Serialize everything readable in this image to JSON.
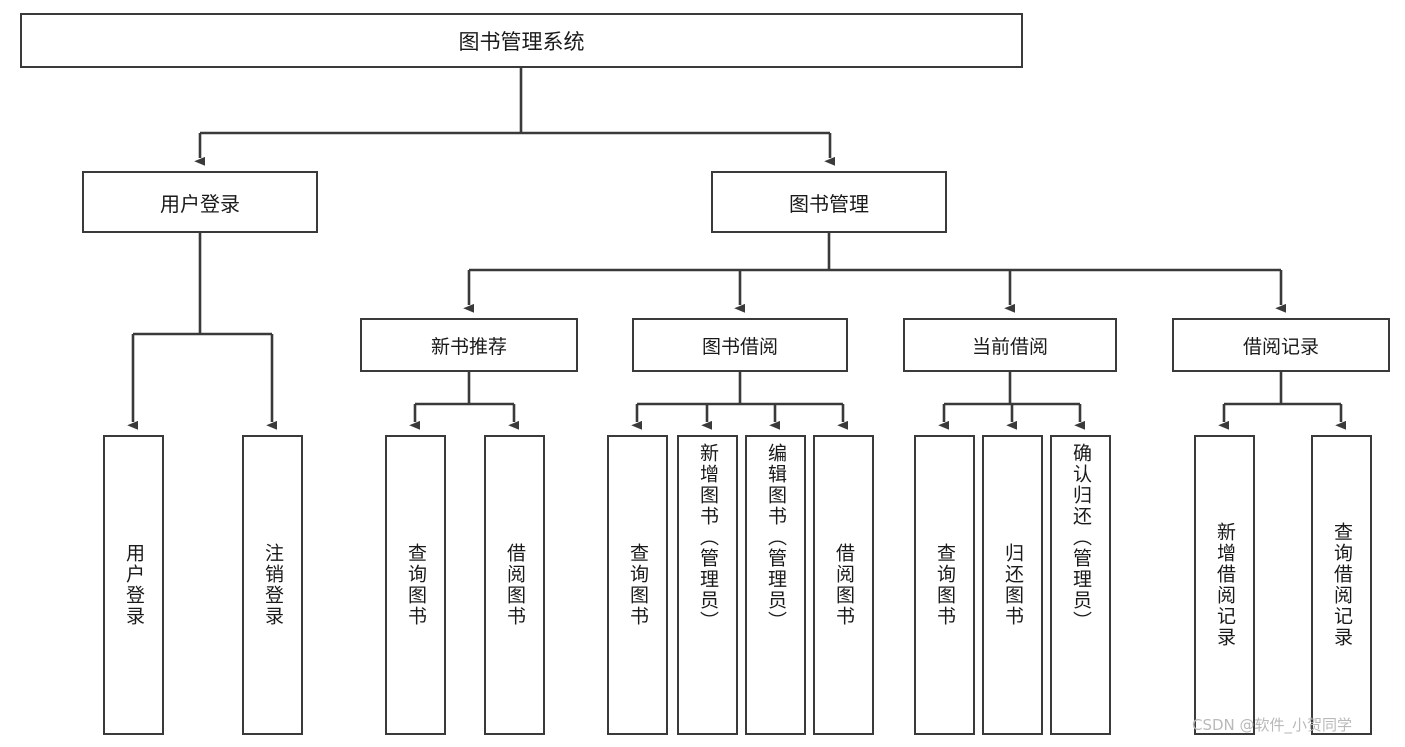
{
  "diagram": {
    "type": "tree-hierarchy",
    "title": "图书管理系统",
    "root": {
      "label": "图书管理系统"
    },
    "level1": [
      {
        "label": "用户登录"
      },
      {
        "label": "图书管理"
      }
    ],
    "level2": [
      {
        "label": "新书推荐"
      },
      {
        "label": "图书借阅"
      },
      {
        "label": "当前借阅"
      },
      {
        "label": "借阅记录"
      }
    ],
    "leaves": {
      "user_login": [
        {
          "label": "用户登录"
        },
        {
          "label": "注销登录"
        }
      ],
      "new_book_recommend": [
        {
          "label": "查询图书"
        },
        {
          "label": "借阅图书"
        }
      ],
      "book_borrow": [
        {
          "label": "查询图书"
        },
        {
          "label": "新增图书（管理员）"
        },
        {
          "label": "编辑图书（管理员）"
        },
        {
          "label": "借阅图书"
        }
      ],
      "current_borrow": [
        {
          "label": "查询图书"
        },
        {
          "label": "归还图书"
        },
        {
          "label": "确认归还（管理员）"
        }
      ],
      "borrow_record": [
        {
          "label": "新增借阅记录"
        },
        {
          "label": "查询借阅记录"
        }
      ]
    }
  },
  "watermark": {
    "text": "CSDN @软件_小贺同学"
  },
  "colors": {
    "box_border": "#3a3a3a",
    "box_fill": "#ffffff",
    "edge": "#3a3a3a",
    "text": "#1a1a1a",
    "watermark": "#b9b9b9"
  }
}
